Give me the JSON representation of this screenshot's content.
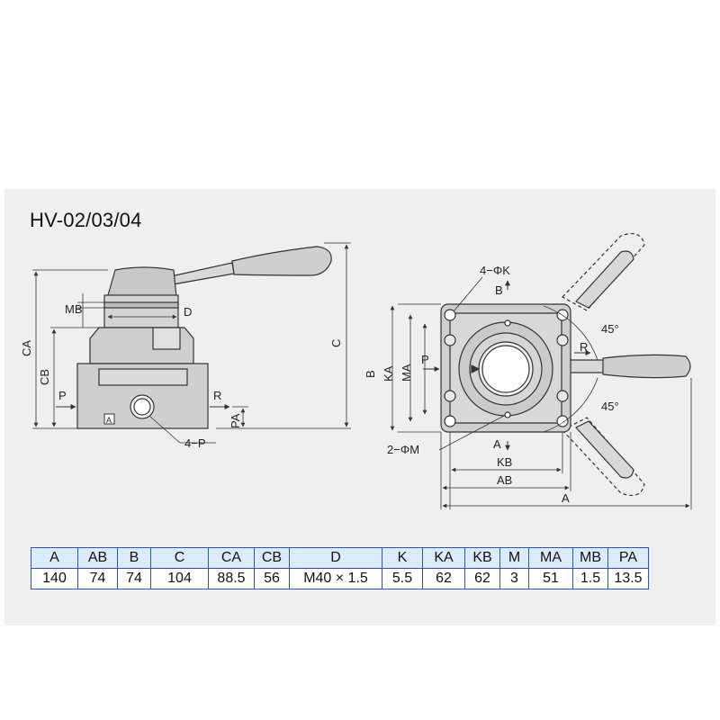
{
  "title": "HV-02/03/04",
  "side_view": {
    "labels": {
      "mb": "MB",
      "d": "D",
      "ca": "CA",
      "cb": "CB",
      "c": "C",
      "p": "P",
      "r": "R",
      "pa": "PA",
      "port": "4−P",
      "marker": "A"
    }
  },
  "top_view": {
    "labels": {
      "k": "4−ΦK",
      "b_top": "B",
      "b": "B",
      "ka": "KA",
      "ma": "MA",
      "p": "P",
      "r": "R",
      "a_bottom": "A",
      "m": "2−ΦM",
      "kb": "KB",
      "ab": "AB",
      "a": "A",
      "angle_top": "45°",
      "angle_bottom": "45°"
    }
  },
  "table": {
    "headers": [
      "A",
      "AB",
      "B",
      "C",
      "CA",
      "CB",
      "D",
      "K",
      "KA",
      "KB",
      "M",
      "MA",
      "MB",
      "PA"
    ],
    "values": [
      "140",
      "74",
      "74",
      "104",
      "88.5",
      "56",
      "M40 × 1.5",
      "5.5",
      "62",
      "62",
      "3",
      "51",
      "1.5",
      "13.5"
    ]
  },
  "colors": {
    "panel": "#efefef",
    "table_border": "#2a55b5",
    "table_header": "#dcebfa",
    "line": "#333333",
    "body_fill": "#cfcfcf"
  }
}
